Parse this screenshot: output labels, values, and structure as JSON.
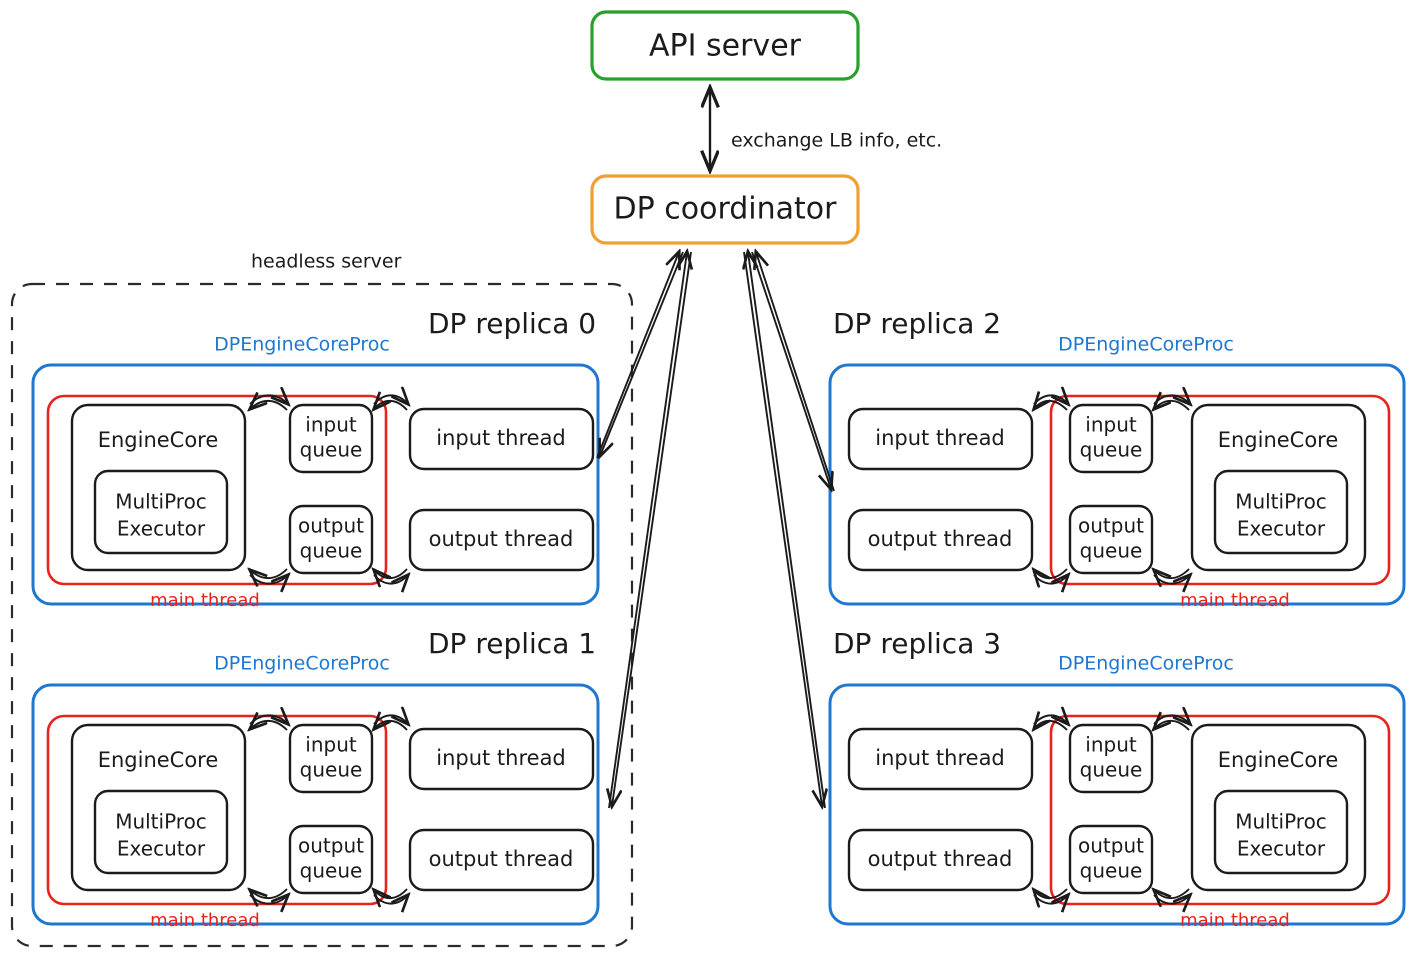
{
  "diagram": {
    "title_nodes": {
      "api_server": "API server",
      "dp_coordinator": "DP coordinator"
    },
    "edge_labels": {
      "coordinator_api": "exchange LB info, etc."
    },
    "group_labels": {
      "headless_server": "headless server"
    },
    "colors": {
      "api_server_border": "#2aa02c",
      "coordinator_border": "#f0a030",
      "process_border": "#1f77d0",
      "main_thread_border": "#e8231b",
      "node_border": "#1b1b1b",
      "headless_border": "#2b2b2b"
    },
    "labels": {
      "proc": "DPEngineCoreProc",
      "main_thread": "main thread",
      "engine_core": "EngineCore",
      "multiproc_executor_line1": "MultiProc",
      "multiproc_executor_line2": "Executor",
      "input_queue_line1": "input",
      "input_queue_line2": "queue",
      "output_queue_line1": "output",
      "output_queue_line2": "queue",
      "input_thread": "input thread",
      "output_thread": "output thread"
    },
    "replicas": [
      {
        "id": 0,
        "title": "DP replica 0",
        "side": "left",
        "inside_headless": true
      },
      {
        "id": 1,
        "title": "DP replica 1",
        "side": "left",
        "inside_headless": true
      },
      {
        "id": 2,
        "title": "DP replica 2",
        "side": "right",
        "inside_headless": false
      },
      {
        "id": 3,
        "title": "DP replica 3",
        "side": "right",
        "inside_headless": false
      }
    ]
  }
}
